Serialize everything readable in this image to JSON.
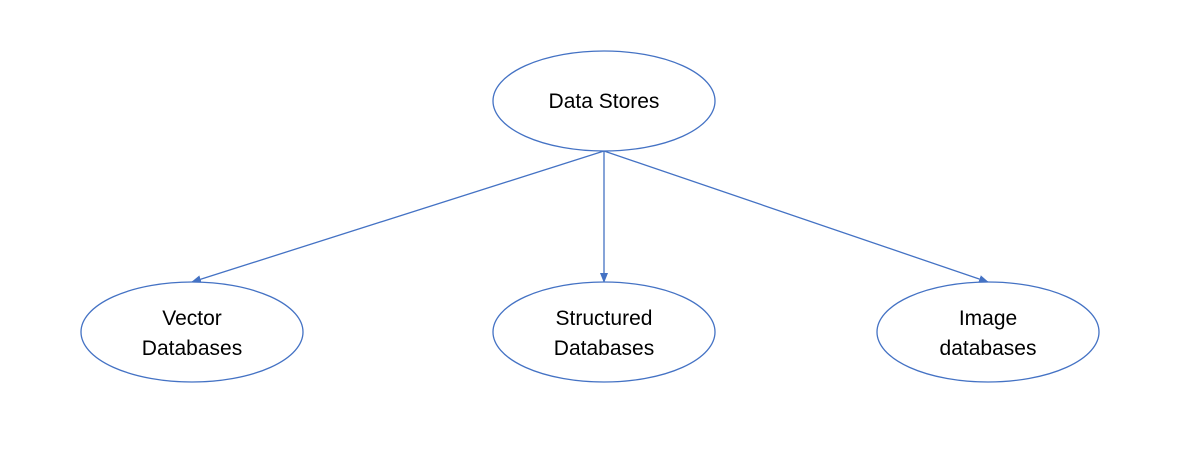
{
  "diagram": {
    "type": "tree",
    "colors": {
      "stroke": "#4472c4",
      "fill": "#ffffff",
      "text": "#000000"
    },
    "root": {
      "lines": [
        "Data Stores"
      ]
    },
    "children": [
      {
        "lines": [
          "Vector",
          "Databases"
        ]
      },
      {
        "lines": [
          "Structured",
          "Databases"
        ]
      },
      {
        "lines": [
          "Image",
          "databases"
        ]
      }
    ]
  }
}
